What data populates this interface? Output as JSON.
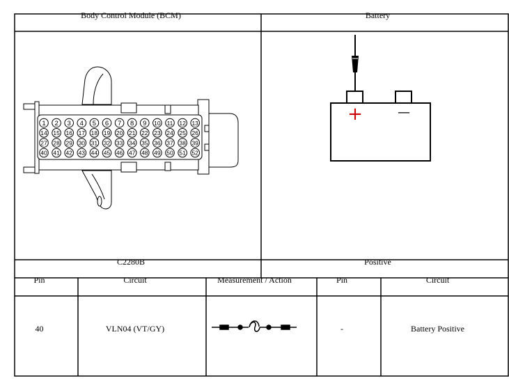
{
  "top_table": {
    "left_header": "Body Control Module (BCM)",
    "right_header": "Battery",
    "left_footer": "C2280B",
    "right_footer": "Positive"
  },
  "connector": {
    "pin_rows": [
      [
        "1",
        "2",
        "3",
        "4",
        "5",
        "6",
        "7",
        "8",
        "9",
        "10",
        "11",
        "12",
        "13"
      ],
      [
        "14",
        "15",
        "16",
        "17",
        "18",
        "19",
        "20",
        "21",
        "22",
        "23",
        "24",
        "25",
        "26"
      ],
      [
        "27",
        "28",
        "29",
        "30",
        "31",
        "32",
        "33",
        "34",
        "35",
        "36",
        "37",
        "38",
        "39"
      ],
      [
        "40",
        "41",
        "42",
        "43",
        "44",
        "45",
        "46",
        "47",
        "48",
        "49",
        "50",
        "51",
        "52"
      ]
    ]
  },
  "battery": {
    "positive_symbol": "+",
    "negative_symbol": "—",
    "positive_color": "#cc0000"
  },
  "bottom_table": {
    "headers": [
      "Pin",
      "Circuit",
      "Measurement / Action",
      "Pin",
      "Circuit"
    ],
    "row": {
      "pin_a": "40",
      "circuit_a": "VLN04 (VT/GY)",
      "pin_b": "-",
      "circuit_b": "Battery Positive"
    }
  },
  "measurement_icon": "fused-jumper-wire-icon"
}
